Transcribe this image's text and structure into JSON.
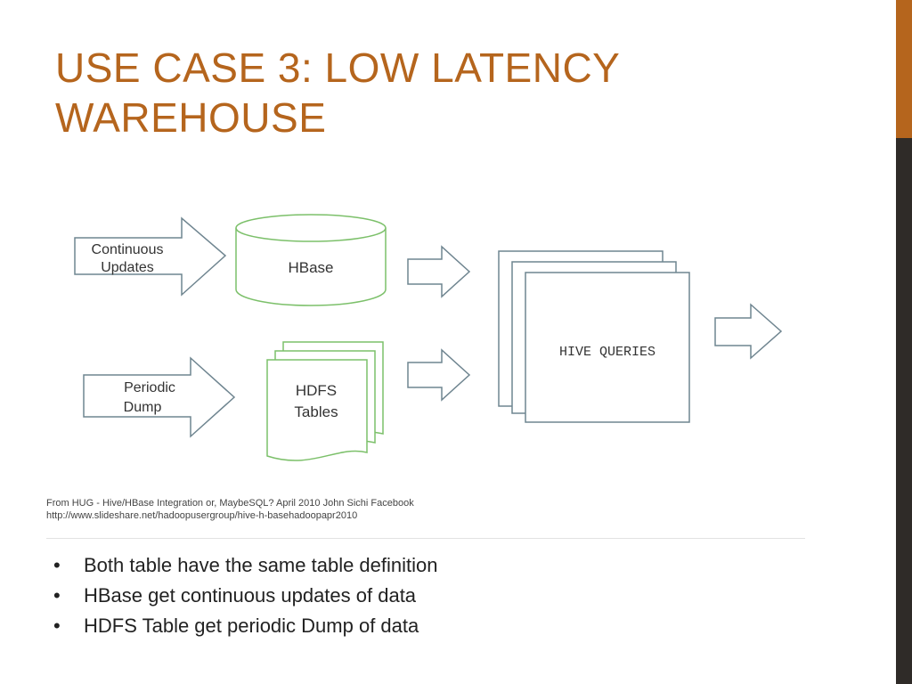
{
  "slide": {
    "title_lines": [
      "USE CASE 3: LOW LATENCY",
      "WAREHOUSE"
    ],
    "accent_color": "#b5651d",
    "sidebar_color": "#2f2b28"
  },
  "diagram": {
    "arrow_continuous": [
      "Continuous",
      "Updates"
    ],
    "hbase_label": "HBase",
    "arrow_periodic": [
      "Periodic",
      "Dump"
    ],
    "hdfs_label": [
      "HDFS",
      "Tables"
    ],
    "hive_label": "HIVE QUERIES",
    "cylinder_color": "#7cc06a"
  },
  "credit": {
    "line1": "From HUG - Hive/HBase Integration or, MaybeSQL? April 2010 John Sichi Facebook",
    "line2": "http://www.slideshare.net/hadoopusergroup/hive-h-basehadoopapr2010"
  },
  "bullets": [
    "Both table have the same table definition",
    "HBase get continuous updates of data",
    "HDFS Table get periodic Dump of data"
  ],
  "bullet_symbol": "•"
}
